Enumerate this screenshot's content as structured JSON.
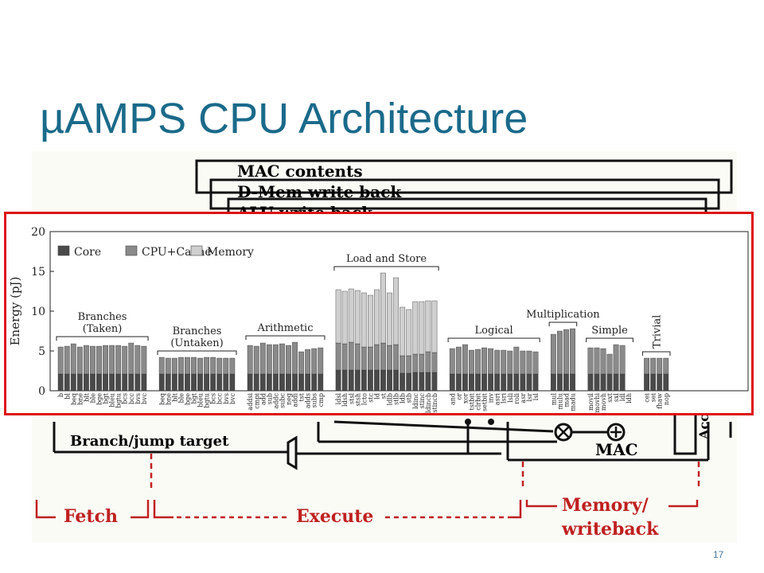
{
  "slide": {
    "title": "µAMPS CPU Architecture",
    "page_number": "17"
  },
  "diagram": {
    "labels": {
      "mac_contents": "MAC contents",
      "dmem_write_back": "D-Mem write back",
      "alu_write_back": "ALU write back",
      "branch_jump_target": "Branch/jump target",
      "mac": "MAC",
      "accu": "Accu",
      "fetch": "Fetch",
      "execute": "Execute",
      "memory_writeback_1": "Memory/",
      "memory_writeback_2": "writeback"
    }
  },
  "chart_data": {
    "type": "bar",
    "stacked": true,
    "ylabel": "Energy (pJ)",
    "ylim": [
      0,
      20
    ],
    "yticks": [
      0,
      5,
      10,
      15,
      20
    ],
    "legend": [
      "Core",
      "CPU+Cache",
      "Memory"
    ],
    "colors": {
      "Core": "#4a4a4a",
      "CPU+Cache": "#8a8a8a",
      "Memory": "#cfcfcf"
    },
    "groups": [
      {
        "label": "Branches\n(Taken)",
        "instructions": [
          "b",
          "bl",
          "beq",
          "bne",
          "blt",
          "ble",
          "bge",
          "bgt",
          "bleu",
          "bgtu",
          "bcs",
          "bcc",
          "bvs",
          "bvc"
        ],
        "totals": [
          5.5,
          5.6,
          5.9,
          5.5,
          5.7,
          5.6,
          5.6,
          5.7,
          5.7,
          5.7,
          5.6,
          6.0,
          5.7,
          5.6
        ]
      },
      {
        "label": "Branches\n(Untaken)",
        "instructions": [
          "beq",
          "bne",
          "blt",
          "ble",
          "bge",
          "bgt",
          "bleu",
          "bgtu",
          "bcs",
          "bcc",
          "bvs",
          "bvc"
        ],
        "totals": [
          4.2,
          4.1,
          4.1,
          4.2,
          4.2,
          4.2,
          4.1,
          4.2,
          4.2,
          4.1,
          4.1,
          4.1
        ]
      },
      {
        "label": "Arithmetic",
        "instructions": [
          "addsi",
          "cmpi",
          "add",
          "sub",
          "addc",
          "subc",
          "neg",
          "addi",
          "tst",
          "adds",
          "subs",
          "cmp"
        ],
        "totals": [
          5.7,
          5.6,
          6.0,
          5.8,
          5.8,
          5.9,
          5.7,
          6.1,
          4.9,
          5.2,
          5.3,
          5.4
        ]
      },
      {
        "label": "Load and Store",
        "instructions": [
          "ldsl",
          "ldsh",
          "stsl",
          "stsh",
          "lcto",
          "stc",
          "ld",
          "st",
          "ldlb",
          "stlb",
          "ldb",
          "stb",
          "ldinc",
          "stinc",
          "ldincb",
          "stincb"
        ],
        "totals": [
          12.7,
          12.5,
          12.8,
          12.6,
          12.3,
          12.0,
          12.7,
          14.8,
          12.3,
          14.2,
          10.5,
          10.2,
          11.2,
          11.2,
          11.3,
          11.3
        ],
        "cores": [
          2.6,
          2.6,
          2.6,
          2.6,
          2.6,
          2.6,
          2.6,
          2.6,
          2.6,
          2.6,
          2.2,
          2.2,
          2.3,
          2.3,
          2.3,
          2.3
        ],
        "cpus": [
          3.4,
          3.3,
          3.5,
          3.3,
          2.9,
          2.9,
          3.2,
          3.4,
          3.1,
          3.2,
          2.2,
          2.2,
          2.3,
          2.3,
          2.6,
          2.5
        ]
      },
      {
        "label": "Logical",
        "instructions": [
          "and",
          "or",
          "xor",
          "tstbit",
          "clrbit",
          "setbit",
          "inv",
          "asri",
          "lsri",
          "lsli",
          "roli",
          "asr",
          "lsr",
          "lsl"
        ],
        "totals": [
          5.3,
          5.5,
          5.8,
          5.1,
          5.2,
          5.4,
          5.3,
          5.1,
          5.1,
          5.0,
          5.5,
          5.0,
          5.0,
          4.9
        ]
      },
      {
        "label": "Multiplication",
        "instructions": [
          "mul",
          "mulu",
          "mad",
          "madu"
        ],
        "totals": [
          7.1,
          7.5,
          7.7,
          7.8
        ]
      },
      {
        "label": "Simple",
        "instructions": [
          "movil",
          "movhi",
          "movh",
          "sxt",
          "sxl",
          "ldl",
          "ldh"
        ],
        "totals": [
          5.4,
          5.4,
          5.3,
          4.6,
          5.8,
          5.7,
          0
        ]
      },
      {
        "label": "Trivial",
        "instructions": [
          "cei",
          "sei",
          "fhaw",
          "nop"
        ],
        "totals": [
          4.1,
          4.1,
          4.1,
          4.1
        ]
      }
    ]
  }
}
